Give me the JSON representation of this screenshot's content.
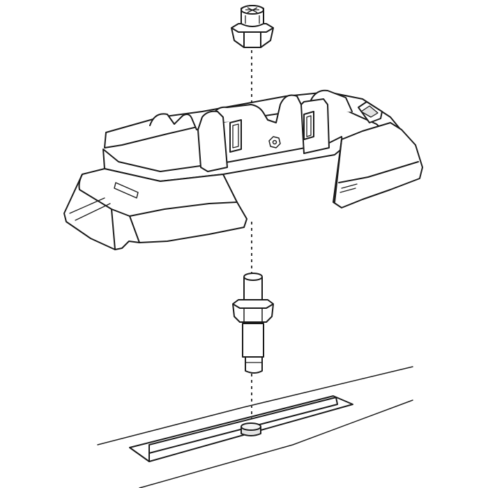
{
  "diagram": {
    "type": "exploded-assembly",
    "components": [
      {
        "id": "nut",
        "icon": "hex-nut-icon"
      },
      {
        "id": "foot-pad",
        "icon": "roof-rack-foot-icon"
      },
      {
        "id": "stud-bolt",
        "icon": "threaded-stud-icon"
      },
      {
        "id": "roof-fixpoint",
        "icon": "roof-rail-slot-icon"
      }
    ],
    "colors": {
      "line": "#1a1a1a",
      "fill": "#ffffff",
      "guide": "#333333",
      "accent": "#e3e3e3"
    }
  }
}
